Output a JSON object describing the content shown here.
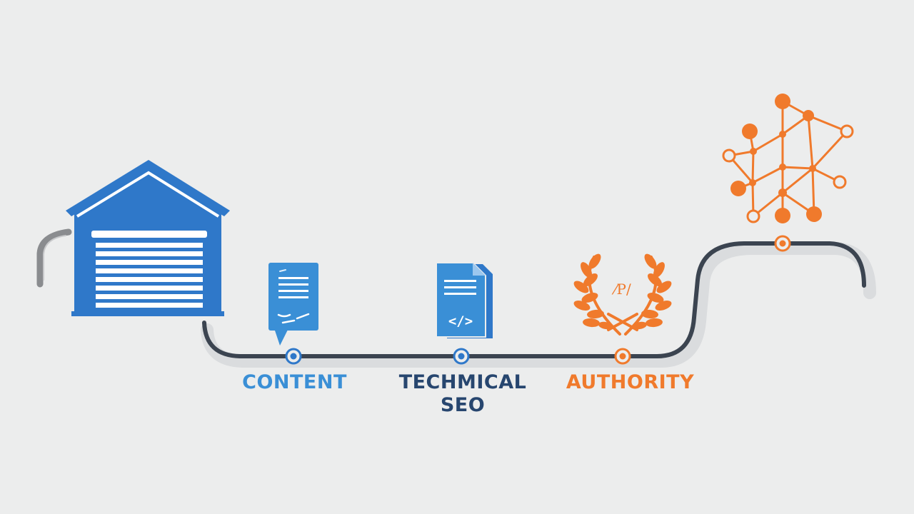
{
  "colors": {
    "background": "#eceded",
    "blue": "#2f78c9",
    "blue_light": "#3a8fd6",
    "navy": "#27466f",
    "orange": "#f07a2c",
    "road": "#3b4450",
    "road_shadow": "#d9dbdd",
    "gray": "#8a8c8f"
  },
  "icons": {
    "start": "garage-icon",
    "content": "document-chat-icon",
    "technical": "code-file-icon",
    "authority": "laurel-wreath-icon",
    "goal": "network-graph-icon"
  },
  "stages": [
    {
      "id": "content",
      "label": "CONTENT",
      "color": "#3a8fd6"
    },
    {
      "id": "technical",
      "label_line1": "TECHMICAL",
      "label_line2": "SEO",
      "color": "#27466f"
    },
    {
      "id": "authority",
      "label": "AUTHORITY",
      "color": "#f07a2c"
    }
  ],
  "emblem_text": "⁄P​∕"
}
